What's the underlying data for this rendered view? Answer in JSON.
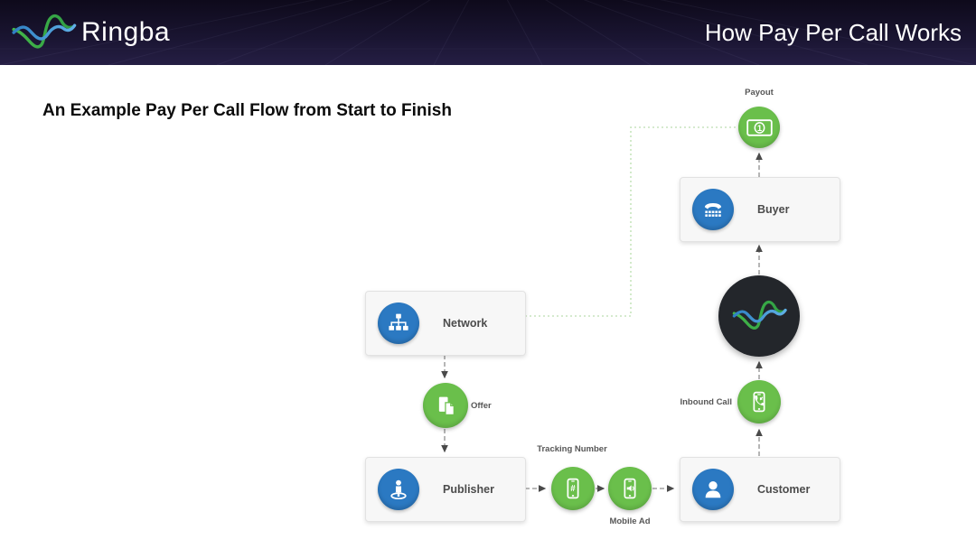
{
  "header": {
    "brand": "Ringba",
    "title": "How Pay Per Call Works"
  },
  "heading": "An Example Pay Per Call Flow from Start to Finish",
  "nodes": {
    "network": {
      "label": "Network",
      "icon": "sitemap-icon",
      "shape": "box"
    },
    "buyer": {
      "label": "Buyer",
      "icon": "desk-phone-icon",
      "shape": "box"
    },
    "publisher": {
      "label": "Publisher",
      "icon": "person-pin-icon",
      "shape": "box"
    },
    "customer": {
      "label": "Customer",
      "icon": "person-icon",
      "shape": "box"
    },
    "payout": {
      "label": "Payout",
      "icon": "money-bill-icon",
      "shape": "green-circle"
    },
    "offer": {
      "label": "Offer",
      "icon": "documents-icon",
      "shape": "green-circle"
    },
    "tracking_number": {
      "label": "Tracking Number",
      "icon": "phone-hash-icon",
      "shape": "green-circle"
    },
    "mobile_ad": {
      "label": "Mobile Ad",
      "icon": "phone-megaphone-icon",
      "shape": "green-circle"
    },
    "inbound_call": {
      "label": "Inbound Call",
      "icon": "phone-incoming-icon",
      "shape": "green-circle"
    },
    "hub": {
      "label": "",
      "icon": "ringba-wave-logo",
      "shape": "dark-circle"
    }
  },
  "connections": [
    {
      "from": "network",
      "to": "offer",
      "style": "dashed-gray",
      "direction": "down"
    },
    {
      "from": "offer",
      "to": "publisher",
      "style": "dashed-gray",
      "direction": "down"
    },
    {
      "from": "publisher",
      "to": "tracking_number",
      "style": "dashed-gray",
      "direction": "right"
    },
    {
      "from": "tracking_number",
      "to": "mobile_ad",
      "style": "dashed-gray",
      "direction": "right"
    },
    {
      "from": "mobile_ad",
      "to": "customer",
      "style": "dashed-gray",
      "direction": "right"
    },
    {
      "from": "customer",
      "to": "inbound_call",
      "style": "dashed-gray",
      "direction": "up"
    },
    {
      "from": "inbound_call",
      "to": "hub",
      "style": "dashed-gray",
      "direction": "up"
    },
    {
      "from": "hub",
      "to": "buyer",
      "style": "dashed-gray",
      "direction": "up"
    },
    {
      "from": "buyer",
      "to": "payout",
      "style": "dashed-gray",
      "direction": "up"
    },
    {
      "from": "network",
      "to": "payout",
      "style": "dotted-green",
      "direction": "elbow-right-up"
    }
  ],
  "colors": {
    "header_bg": "#191430",
    "accent_green": "#6abf4b",
    "accent_blue": "#2b79c2",
    "hub_dark": "#23262b",
    "connector_gray": "#8f8f8f",
    "connector_green": "#c7e4bd",
    "box_bg": "#f7f7f7",
    "box_border": "#e2e2e2",
    "label_gray": "#4c4c4c"
  }
}
